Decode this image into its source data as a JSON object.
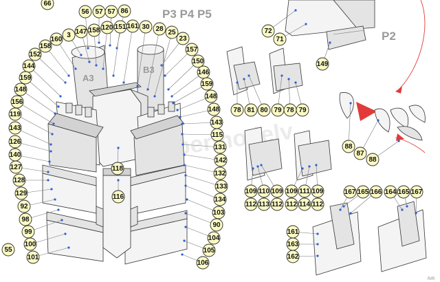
{
  "headings": {
    "main": "P3 P4 P5",
    "secondary": "P2"
  },
  "cylinders": {
    "left": "A3",
    "right": "B3"
  },
  "watermark": "Papermodelv",
  "corner_mark": "R/R",
  "colors": {
    "bubble": "#fbf9c4",
    "arrow": "#e23a3a",
    "dot": "#2f5fd0"
  },
  "labels": [
    "66",
    "56",
    "57",
    "57",
    "86",
    "3",
    "147",
    "158",
    "120",
    "151",
    "161",
    "30",
    "28",
    "25",
    "160",
    "158",
    "152",
    "144",
    "159",
    "148",
    "156",
    "119",
    "143",
    "126",
    "140",
    "127",
    "128",
    "129",
    "92",
    "98",
    "99",
    "100",
    "101",
    "55",
    "23",
    "157",
    "150",
    "146",
    "159",
    "148",
    "148",
    "143",
    "115",
    "131",
    "142",
    "132",
    "133",
    "134",
    "103",
    "90",
    "104",
    "105",
    "106",
    "118",
    "116",
    "72",
    "71",
    "149",
    "78",
    "81",
    "80",
    "79",
    "78",
    "79",
    "88",
    "87",
    "88",
    "109",
    "110",
    "109",
    "109",
    "111",
    "109",
    "112",
    "113",
    "112",
    "112",
    "114",
    "112",
    "167",
    "165",
    "166",
    "164",
    "165",
    "167",
    "161",
    "163",
    "162"
  ]
}
